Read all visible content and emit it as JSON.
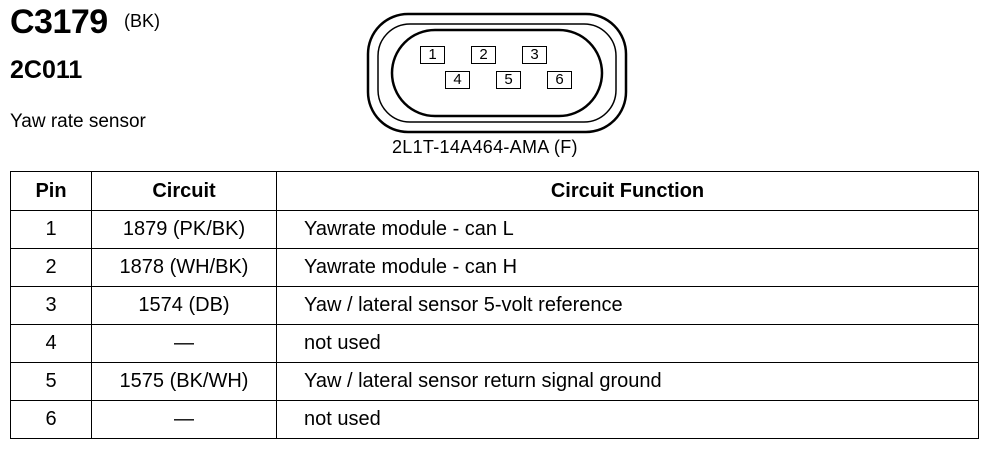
{
  "header": {
    "connector_id": "C3179",
    "connector_color": "(BK)",
    "component_id": "2C011",
    "component_description": "Yaw rate sensor"
  },
  "connector": {
    "part_number": "2L1T-14A464-AMA (F)",
    "pins_top": [
      "1",
      "2",
      "3"
    ],
    "pins_bottom": [
      "4",
      "5",
      "6"
    ]
  },
  "table": {
    "headers": [
      "Pin",
      "Circuit",
      "Circuit Function"
    ],
    "rows": [
      {
        "pin": "1",
        "circuit": "1879 (PK/BK)",
        "function": "Yawrate module - can L"
      },
      {
        "pin": "2",
        "circuit": "1878 (WH/BK)",
        "function": "Yawrate module - can H"
      },
      {
        "pin": "3",
        "circuit": "1574 (DB)",
        "function": "Yaw / lateral sensor 5-volt reference"
      },
      {
        "pin": "4",
        "circuit": "—",
        "function": "not used"
      },
      {
        "pin": "5",
        "circuit": "1575 (BK/WH)",
        "function": "Yaw / lateral sensor return signal ground"
      },
      {
        "pin": "6",
        "circuit": "—",
        "function": "not used"
      }
    ]
  }
}
